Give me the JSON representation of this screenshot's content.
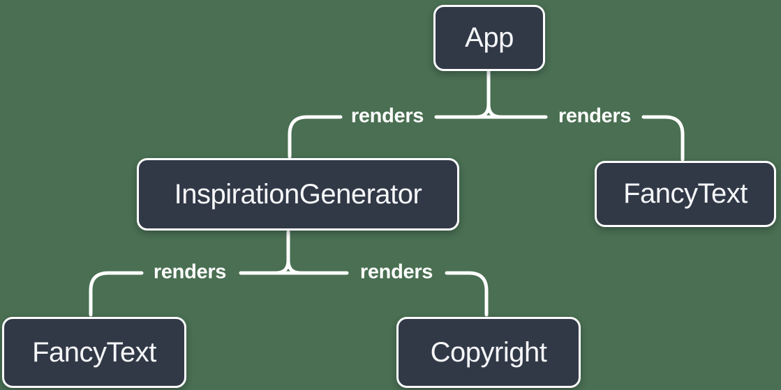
{
  "diagram": {
    "type": "component-render-tree",
    "colors": {
      "background": "#4A6F52",
      "node_fill": "#313947",
      "node_border": "#FFFFFF",
      "line": "#FFFFFF",
      "node_text": "#F6F7F9",
      "edge_label_text": "#FFFFFF"
    },
    "nodes": [
      {
        "id": "app",
        "label": "App"
      },
      {
        "id": "inspiration-generator",
        "label": "InspirationGenerator"
      },
      {
        "id": "fancy-text-top",
        "label": "FancyText"
      },
      {
        "id": "fancy-text-bottom",
        "label": "FancyText"
      },
      {
        "id": "copyright",
        "label": "Copyright"
      }
    ],
    "edges": [
      {
        "from": "App",
        "to": "InspirationGenerator",
        "label": "renders"
      },
      {
        "from": "App",
        "to": "FancyText",
        "label": "renders"
      },
      {
        "from": "InspirationGenerator",
        "to": "FancyText",
        "label": "renders"
      },
      {
        "from": "InspirationGenerator",
        "to": "Copyright",
        "label": "renders"
      }
    ]
  }
}
